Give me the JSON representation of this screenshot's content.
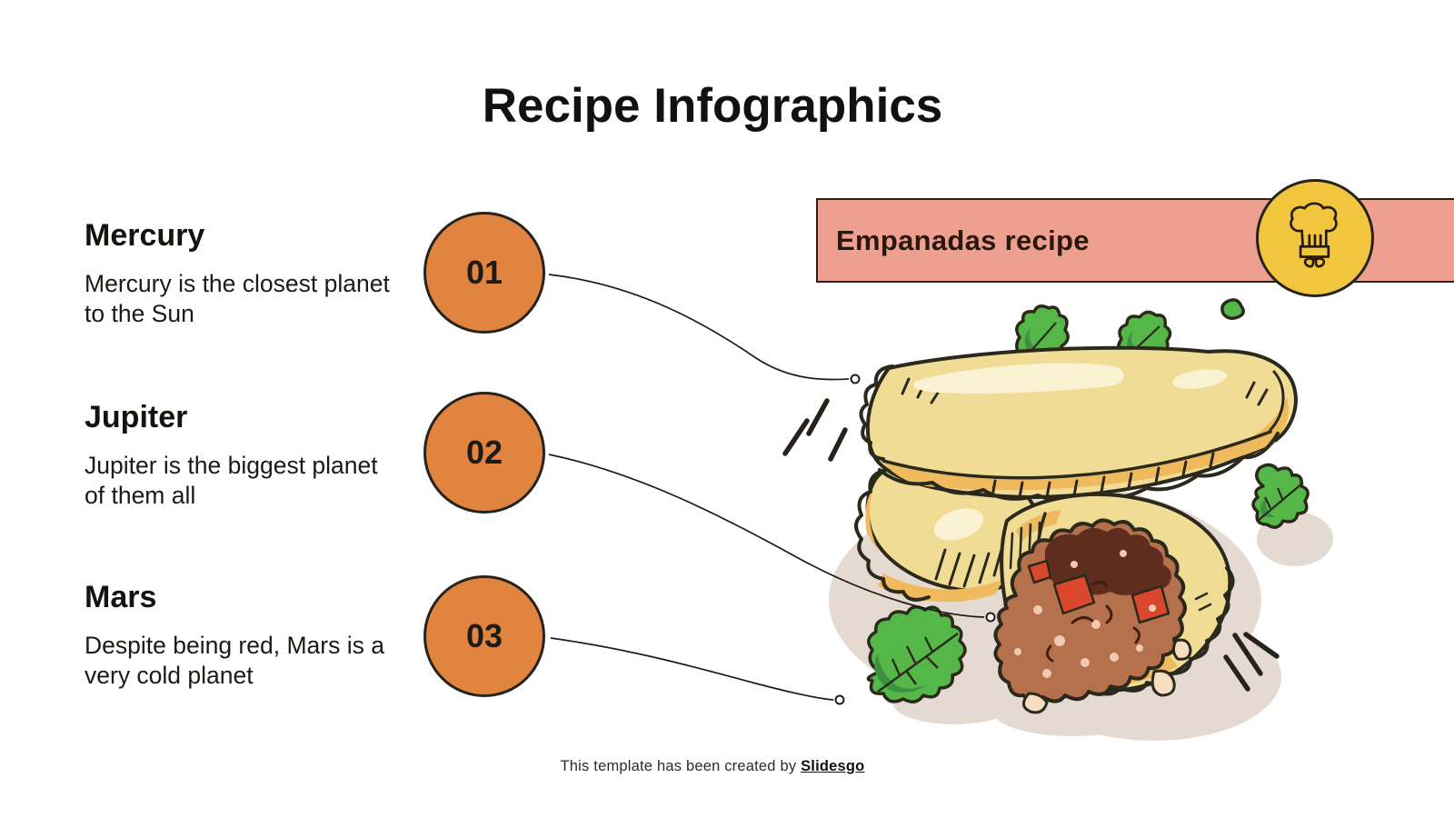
{
  "title": "Recipe Infographics",
  "items": [
    {
      "number": "01",
      "name": "Mercury",
      "description": "Mercury is the closest planet to the Sun"
    },
    {
      "number": "02",
      "name": "Jupiter",
      "description": "Jupiter is the biggest planet of them all"
    },
    {
      "number": "03",
      "name": "Mars",
      "description": "Despite being red, Mars is a very cold planet"
    }
  ],
  "banner": {
    "label": "Empanadas recipe",
    "icon": "chef-hat-icon"
  },
  "illustration": {
    "name": "empanadas-illustration"
  },
  "footer": {
    "text": "This template has been created by ",
    "brand": "Slidesgo"
  },
  "colors": {
    "step_circle_orange": "#E08440",
    "banner_pink": "#ED9F90",
    "icon_circle_yellow": "#F2C53E",
    "outline_dark": "#26231B",
    "empanada_body": "#F1DC96",
    "empanada_shade": "#EFBA5E",
    "empanada_highlight": "#F9F3D3",
    "leaf_green": "#55B748",
    "leaf_dark_green": "#3E9140",
    "meat_brown": "#B5714C",
    "meat_dark_brown": "#5E2D1D",
    "tomato_red": "#D9462B",
    "soft_shadow": "#E4DAD2"
  }
}
